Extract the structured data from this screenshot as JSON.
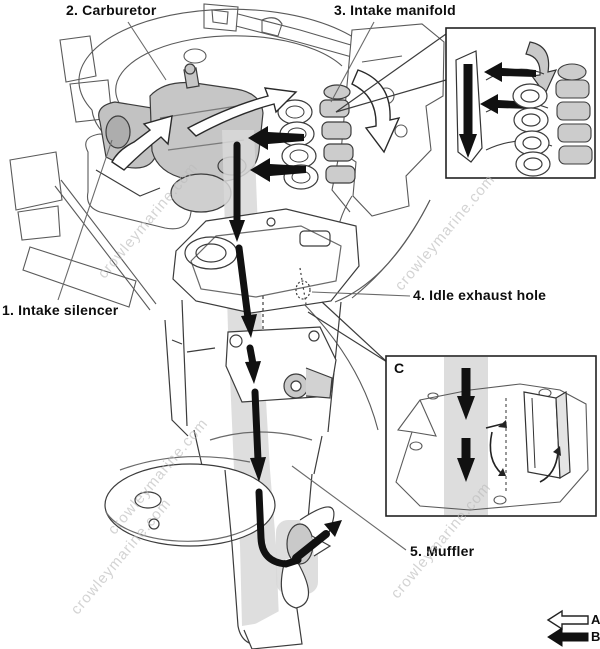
{
  "figure": {
    "watermark": {
      "text": "crowleymarine.com"
    },
    "labels": [
      {
        "text": "1. Intake silencer"
      },
      {
        "text": "2. Carburetor"
      },
      {
        "text": "3. Intake manifold"
      },
      {
        "text": "4. Idle exhaust hole"
      },
      {
        "text": "5. Muffler"
      }
    ],
    "insets": {
      "idle_exhaust": {
        "label": "C"
      }
    },
    "legend": {
      "intake": {
        "label": "A"
      },
      "exhaust": {
        "label": "B"
      }
    },
    "colors": {
      "line": "#3c3c3c",
      "shade": "#c7c7c7",
      "band": "#d8d8d8",
      "flow": "#111111",
      "watermark": "#bcbcbc"
    }
  }
}
